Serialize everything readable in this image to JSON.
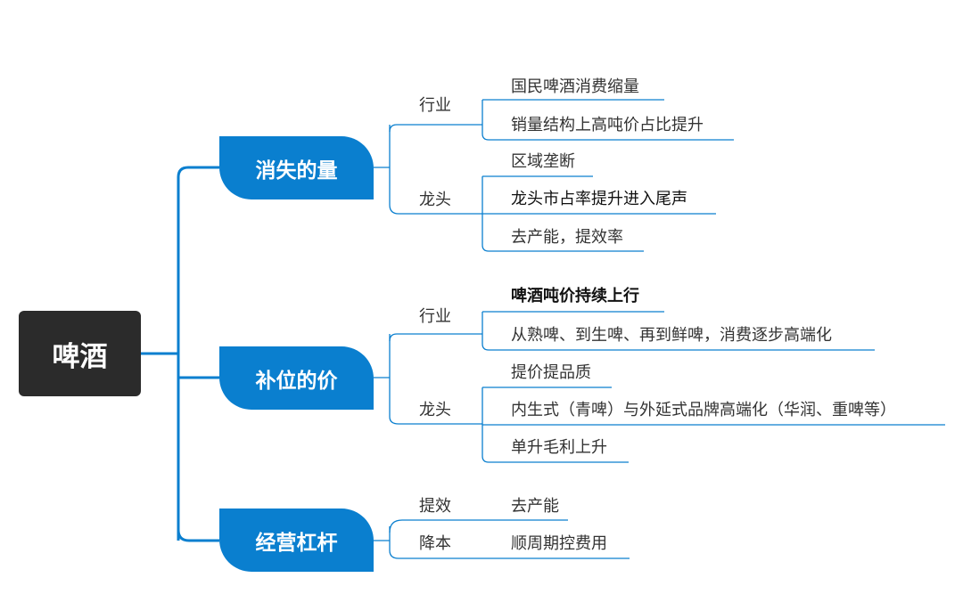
{
  "root": {
    "label": "啤酒"
  },
  "branches": [
    {
      "label": "消失的量",
      "groups": [
        {
          "label": "行业",
          "items": [
            "国民啤酒消费缩量",
            "销量结构上高吨价占比提升"
          ]
        },
        {
          "label": "龙头",
          "items": [
            "区域垄断",
            "龙头市占率提升进入尾声",
            "去产能，提效率"
          ]
        }
      ]
    },
    {
      "label": "补位的价",
      "groups": [
        {
          "label": "行业",
          "items": [
            "啤酒吨价持续上行",
            "从熟啤、到生啤、再到鲜啤，消费逐步高端化"
          ]
        },
        {
          "label": "龙头",
          "items": [
            "提价提品质",
            "内生式（青啤）与外延式品牌高端化（华润、重啤等）",
            "单升毛利上升"
          ]
        }
      ]
    },
    {
      "label": "经营杠杆",
      "groups": [
        {
          "label": "提效",
          "items": [
            "去产能"
          ]
        },
        {
          "label": "降本",
          "items": [
            "顺周期控费用"
          ]
        }
      ]
    }
  ],
  "colors": {
    "accent": "#0a7fcf",
    "root": "#2b2b2b",
    "line": "#0a7fcf"
  }
}
